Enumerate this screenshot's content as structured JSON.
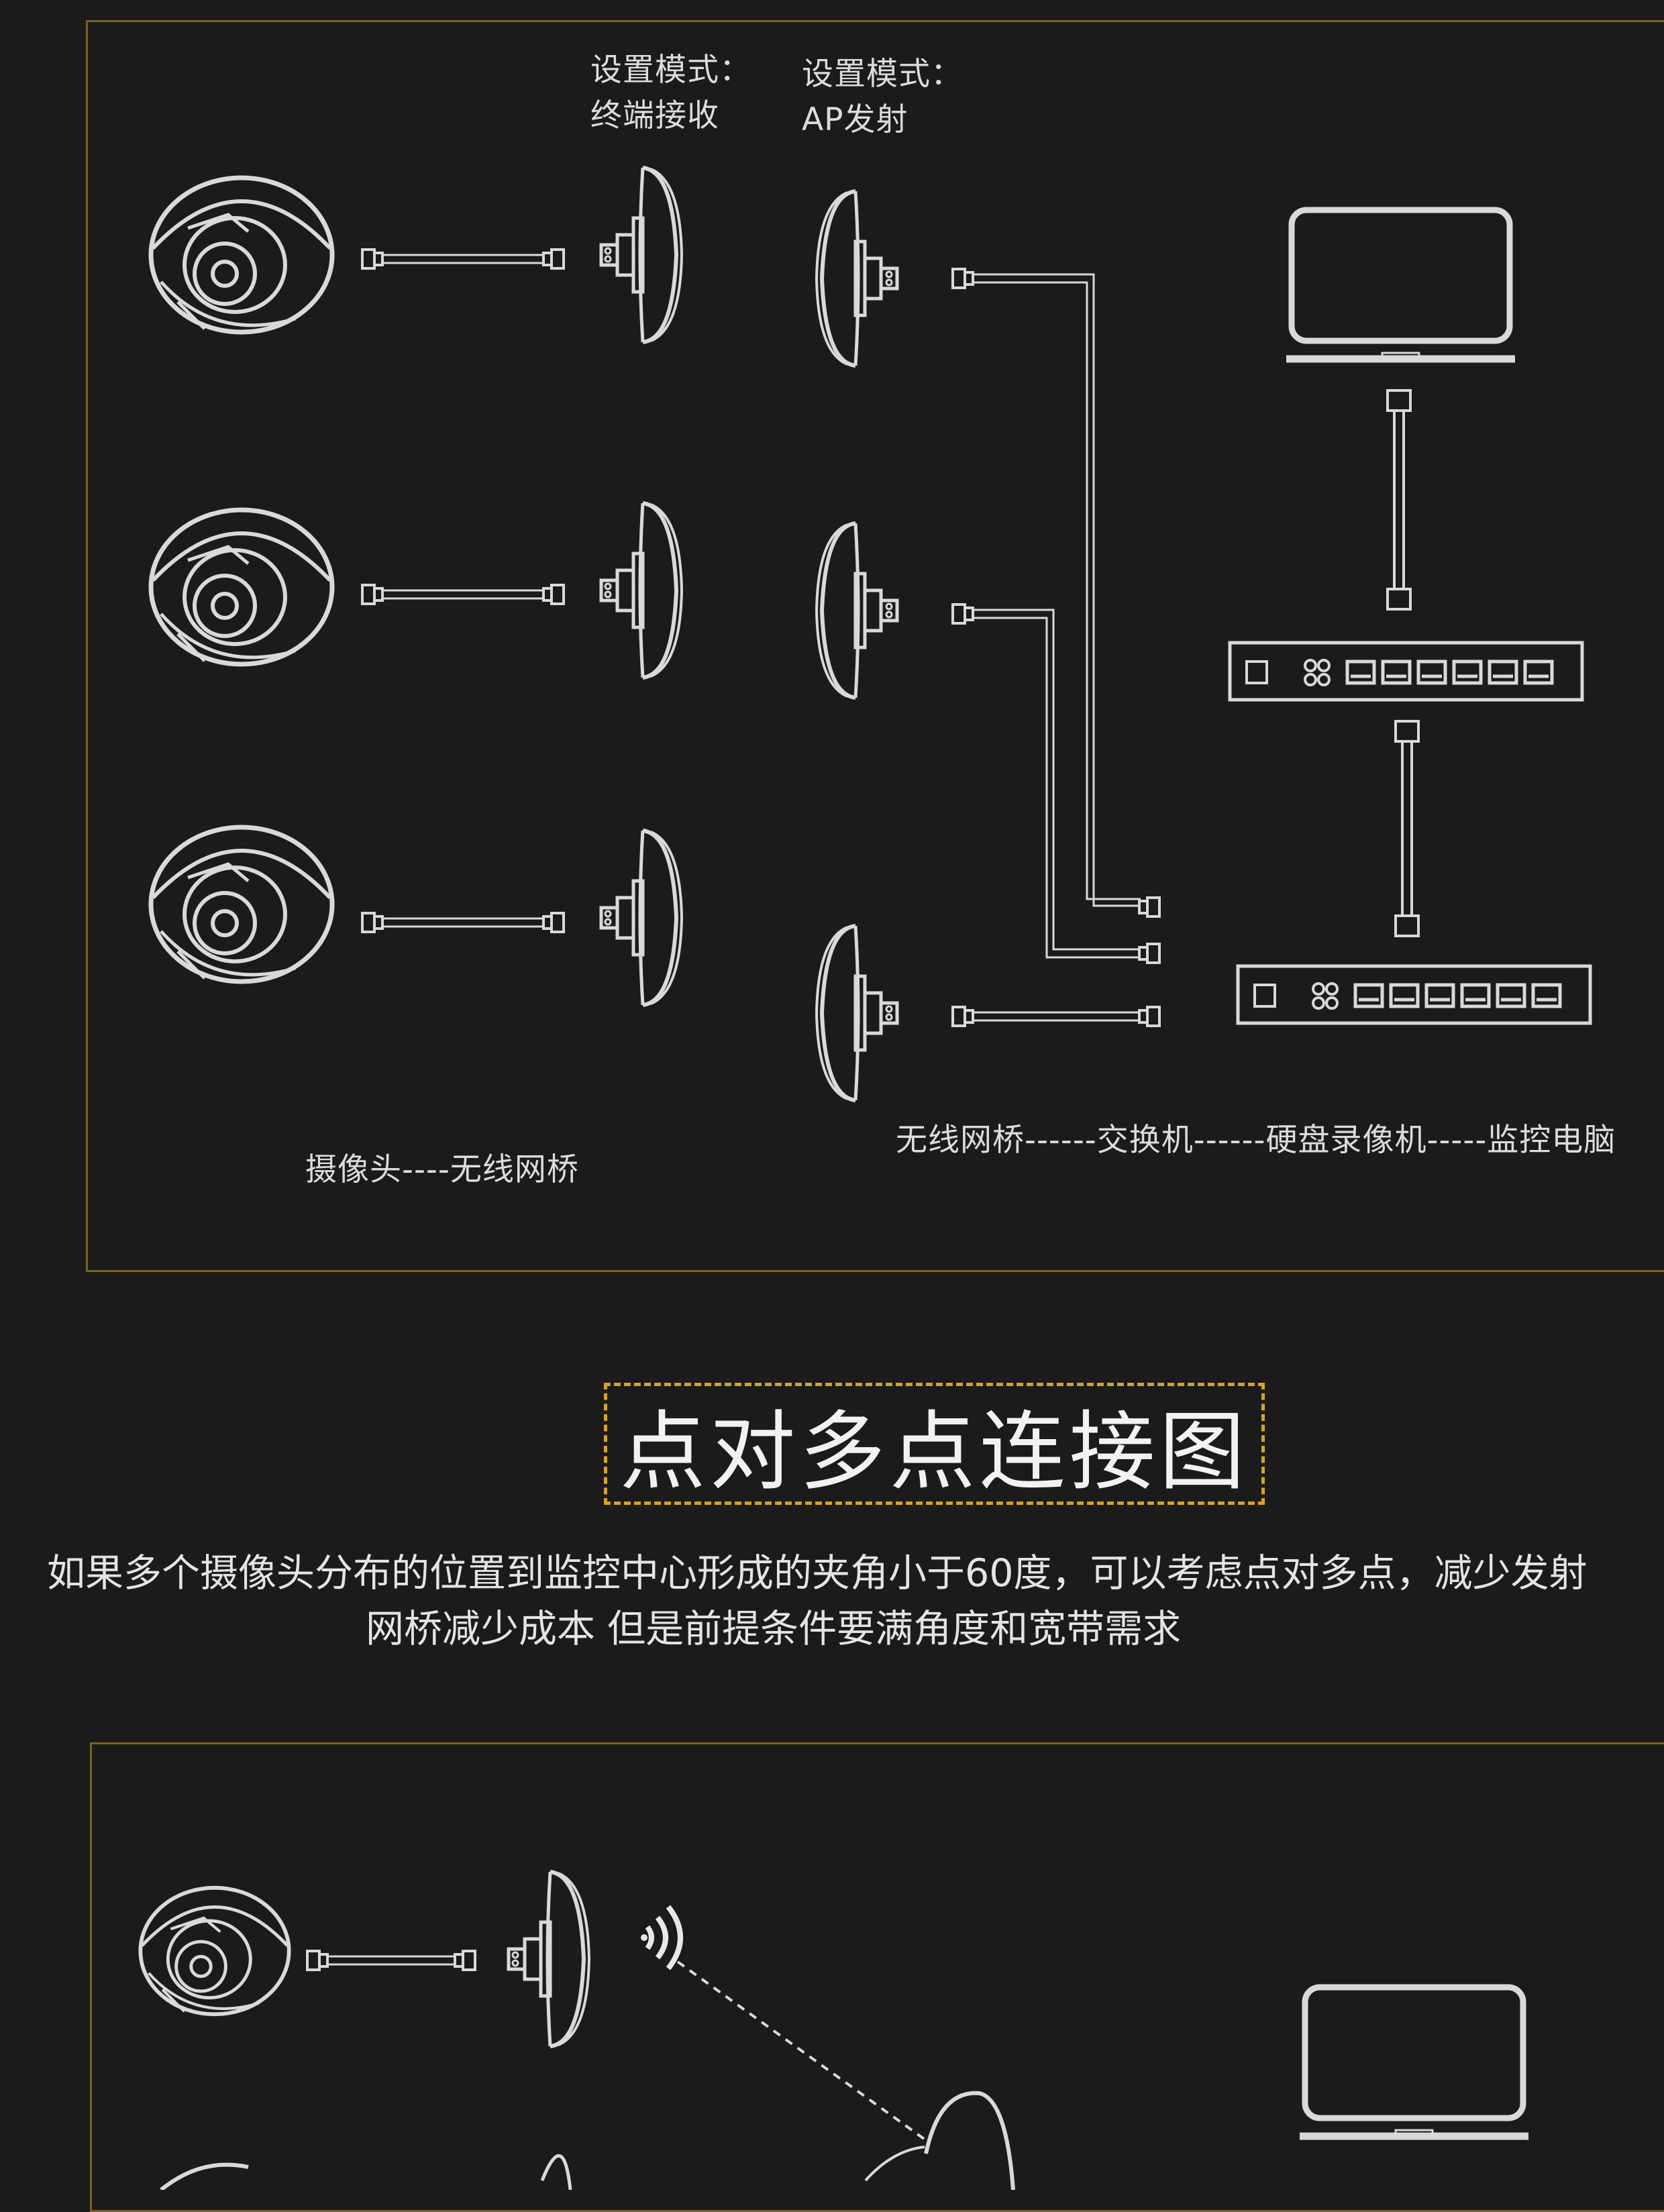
{
  "diagram1": {
    "mode_receive": {
      "line1": "设置模式：",
      "line2": "终端接收"
    },
    "mode_ap": {
      "line1": "设置模式：",
      "line2": "AP发射"
    },
    "caption_left": "摄像头----无线网桥",
    "caption_right": "无线网桥------交换机------硬盘录像机-----监控电脑"
  },
  "section": {
    "title": "点对多点连接图",
    "description_line1": "如果多个摄像头分布的位置到监控中心形成的夹角小于60度，可以考虑点对多点，减少发射",
    "description_line2": "网桥减少成本 但是前提条件要满角度和宽带需求"
  },
  "colors": {
    "background": "#1b1b1b",
    "panel_border": "#7a6226",
    "title_border": "#d6a323",
    "line": "#d9d9d9"
  }
}
